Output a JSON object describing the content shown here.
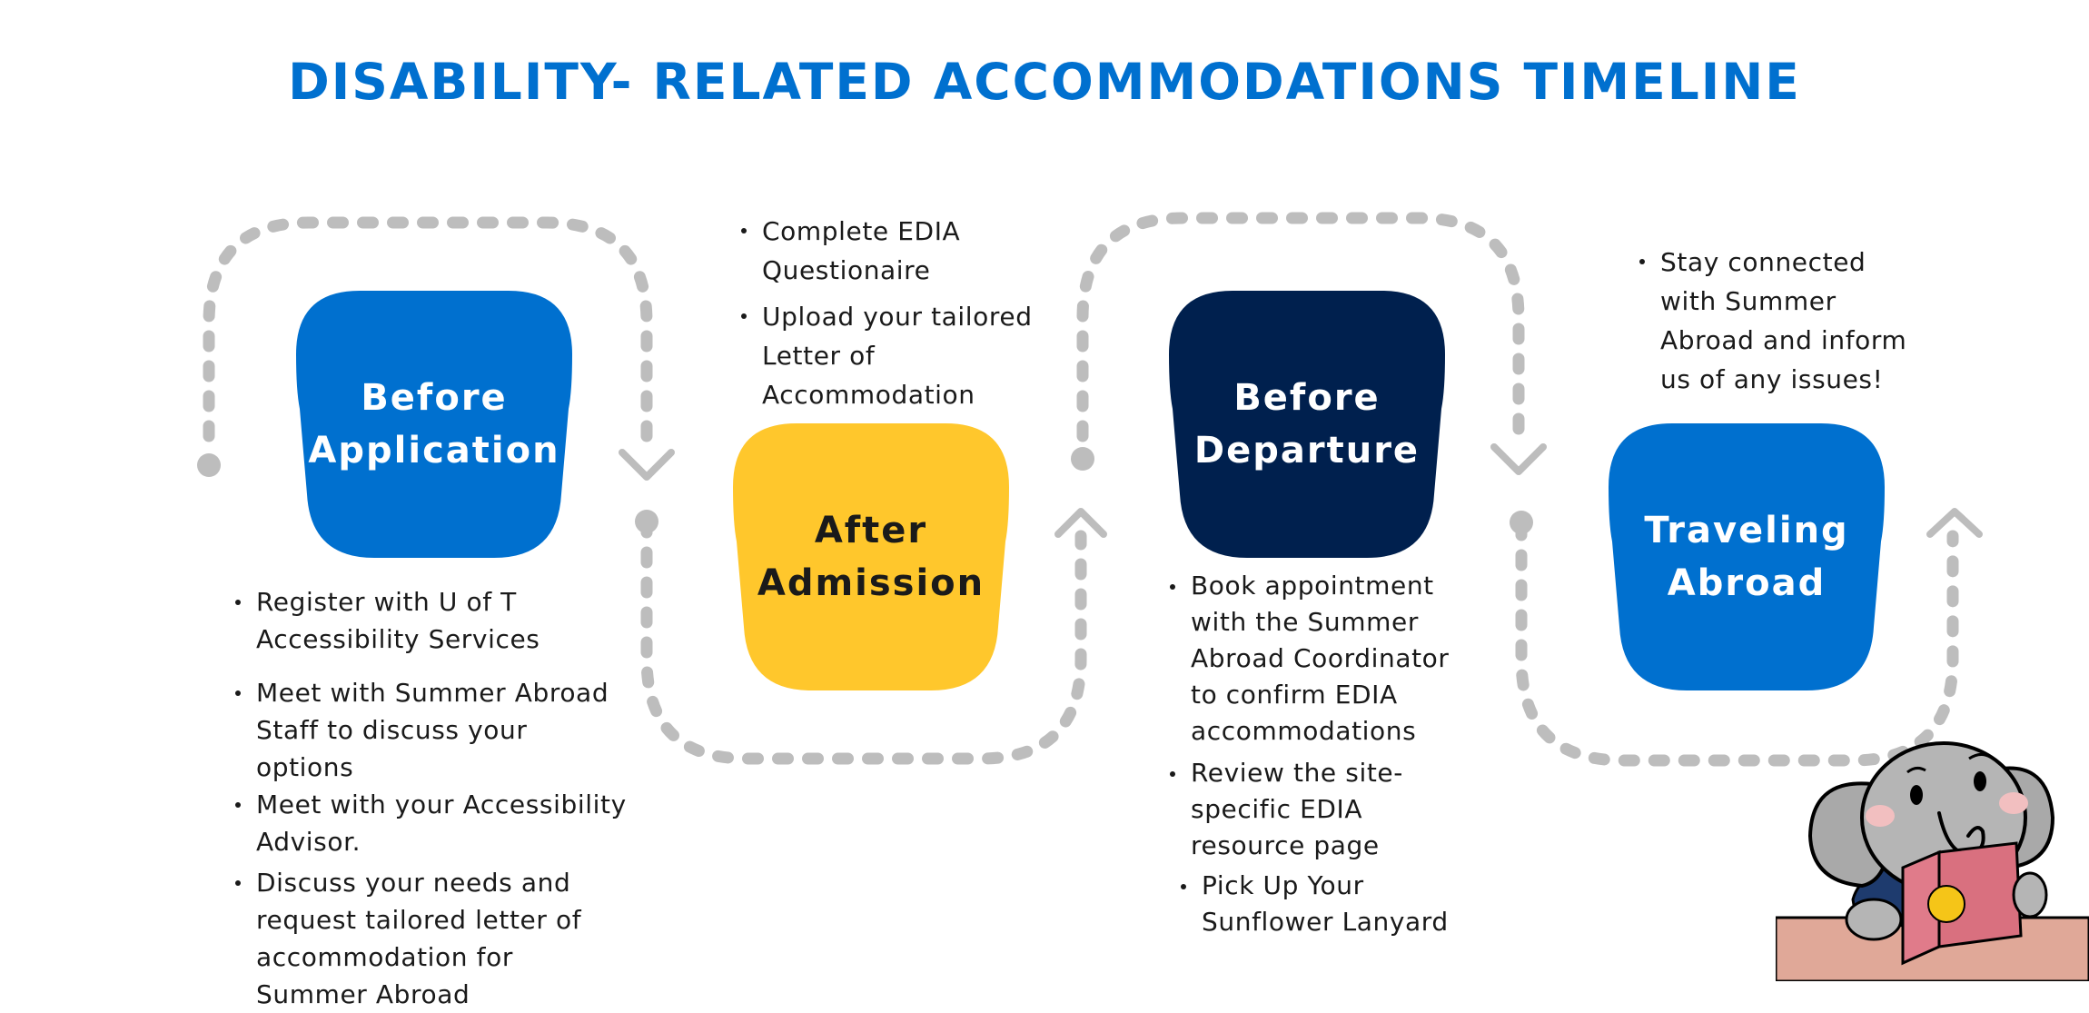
{
  "title": "DISABILITY- RELATED ACCOMMODATIONS TIMELINE",
  "colors": {
    "title": "#0070CF",
    "connector": "#BDBDBD",
    "label_light": "#FFFFFF",
    "label_dark": "#1A1A1A"
  },
  "stages": [
    {
      "label": "Before\nApplication",
      "color": "#0070CF",
      "text_color": "#FFFFFF",
      "tasks": [
        "Register with U of T Accessibility Services",
        "Meet with Summer Abroad Staff to discuss your options",
        "Meet with your Accessibility Advisor.",
        "Discuss your needs and request tailored letter of accommodation for Summer Abroad"
      ]
    },
    {
      "label": "After\nAdmission",
      "color": "#FFC72C",
      "text_color": "#1A1A1A",
      "tasks": [
        "Complete EDIA Questionaire",
        "Upload your tailored Letter of Accommodation"
      ]
    },
    {
      "label": "Before\nDeparture",
      "color": "#00204E",
      "text_color": "#FFFFFF",
      "tasks": [
        "Book appointment with the Summer Abroad Coordinator to confirm EDIA accommodations",
        "Review the site-specific EDIA resource page",
        "Pick Up Your Sunflower Lanyard"
      ]
    },
    {
      "label": "Traveling\nAbroad",
      "color": "#0070CF",
      "text_color": "#FFFFFF",
      "tasks": [
        "Stay connected with Summer Abroad and inform us of any issues!"
      ]
    }
  ],
  "mascot_icon": "elephant-reading-book-icon"
}
